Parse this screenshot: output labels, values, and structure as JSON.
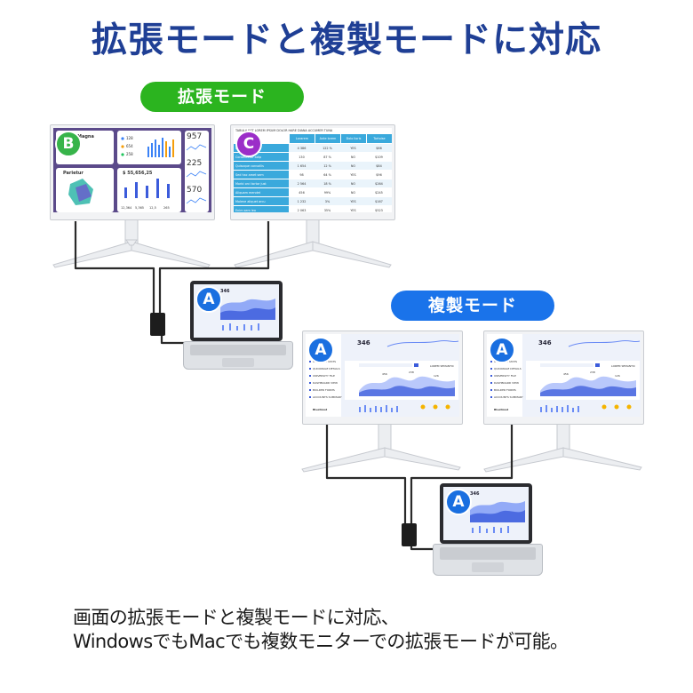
{
  "title": "拡張モードと複製モードに対応",
  "extended_mode_label": "拡張モード",
  "duplicate_mode_label": "複製モード",
  "badges": {
    "a": "A",
    "b": "B",
    "c": "C"
  },
  "caption_line1": "画面の拡張モードと複製モードに対応、",
  "caption_line2": "WindowsでもMacでも複数モニターでの拡張モードが可能。",
  "colors": {
    "title": "#1f3f95",
    "extended_pill": "#2bb41f",
    "duplicate_pill": "#1a73ea",
    "badge_a": "#1a6fe0",
    "badge_b": "#37b44a",
    "badge_c": "#9b2ec8"
  },
  "screen_b": {
    "card1_title": "Magna",
    "card2_title": "Parietur",
    "big_value": "$ 55,656,25",
    "stat_values": [
      "957",
      "225",
      "570"
    ],
    "small_values": [
      "128",
      "654",
      "258"
    ],
    "mini_numbers": [
      "12,364",
      "5,365",
      "12,5",
      "265"
    ]
  },
  "screen_c": {
    "heading": "TABULA EST LOREM IPSUM DOLOR HARE DIANA ACCUMER TUNA",
    "columns": [
      "Lorarem",
      "Ante lorem",
      "Dolo lioris",
      "Tortoise"
    ],
    "rows": [
      {
        "label": "Duismod amet",
        "values": [
          "4 386",
          "122 %",
          "YES",
          "$66"
        ]
      },
      {
        "label": "Consectetur adip",
        "values": [
          "130",
          "87 %",
          "NO",
          "$109"
        ]
      },
      {
        "label": "Quisoque convallis",
        "values": [
          "1 654",
          "12 %",
          "NO",
          "$84"
        ]
      },
      {
        "label": "Sed hac amet sem",
        "values": [
          "98",
          "64 %",
          "YES",
          "$96"
        ]
      },
      {
        "label": "Morbi orci tortor just",
        "values": [
          "2 564",
          "18 %",
          "NO",
          "$264"
        ]
      },
      {
        "label": "Aliquam mendet",
        "values": [
          "456",
          "99%",
          "NO",
          "$245"
        ]
      },
      {
        "label": "Molene aliquet arcu",
        "values": [
          "1 232",
          "3%",
          "YES",
          "$167"
        ]
      },
      {
        "label": "Enim sem leo",
        "values": [
          "2 063",
          "35%",
          "YES",
          "$523"
        ]
      }
    ]
  },
  "screen_a": {
    "big_number": "346",
    "menu_items": [
      "OVERVIEW STATS",
      "QUICKPAGE DETAILS",
      "UNIVERSITY FILE",
      "DASHBOARD VIEW",
      "BUILDER FORMS",
      "ACCOUNTS SUMMARY"
    ],
    "chart_tag": "LOREM SEMANTIC",
    "left_label": "Bluetmod",
    "peak_labels": [
      "456",
      "238",
      "126"
    ]
  }
}
